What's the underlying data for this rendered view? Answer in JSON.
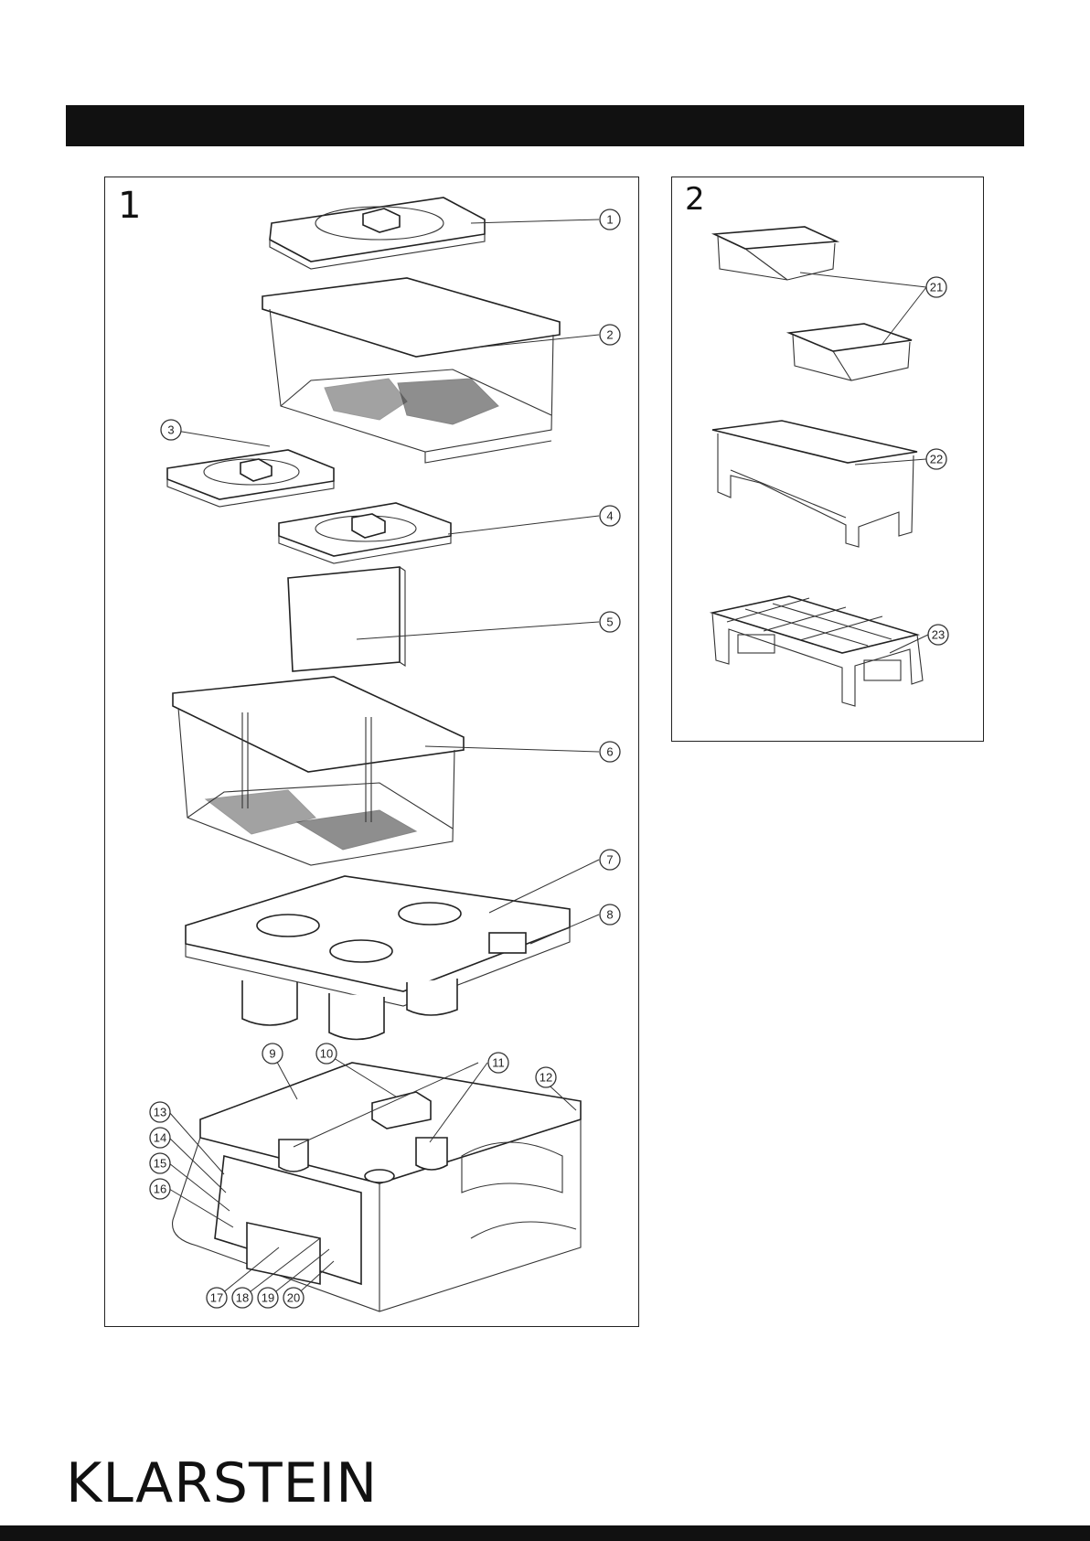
{
  "figure_1": {
    "number": "1",
    "callouts": [
      "1",
      "2",
      "3",
      "4",
      "5",
      "6",
      "7",
      "8",
      "9",
      "10",
      "11",
      "12",
      "13",
      "14",
      "15",
      "16",
      "17",
      "18",
      "19",
      "20"
    ]
  },
  "figure_2": {
    "number": "2",
    "callouts": [
      "21",
      "22",
      "23"
    ]
  },
  "brand": "KLARSTEIN",
  "colors": {
    "header_bar": "#111111",
    "footer_bar": "#111111",
    "line_art": "#222222"
  }
}
